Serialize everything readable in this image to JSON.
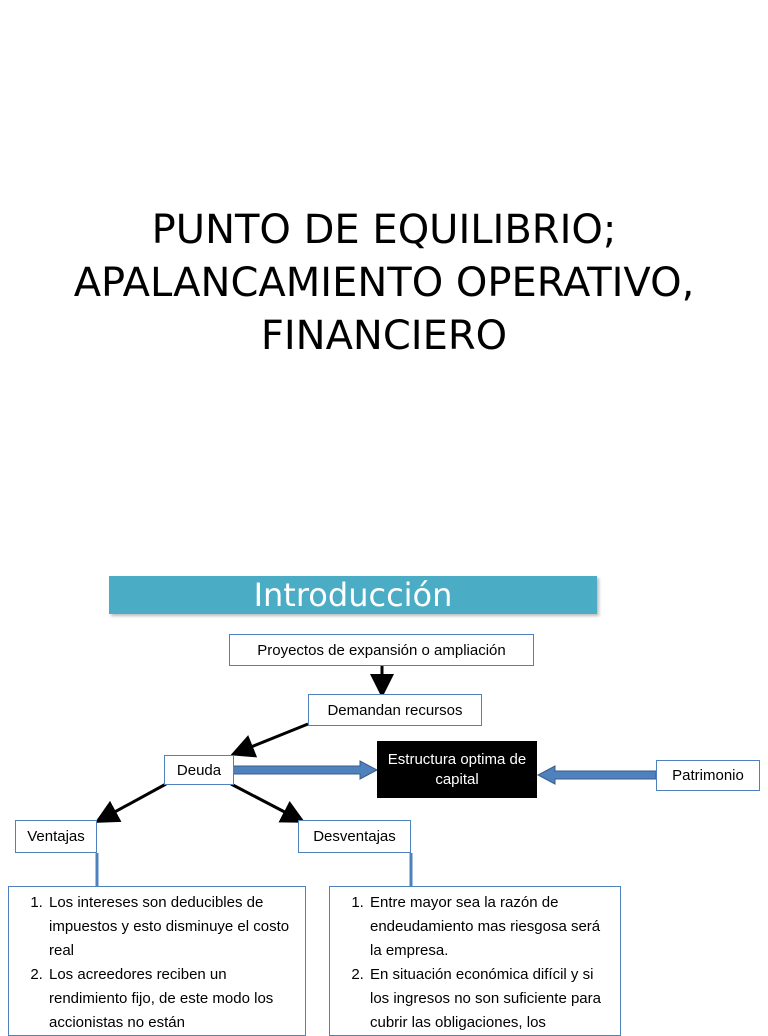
{
  "title": {
    "line1": "PUNTO DE EQUILIBRIO;",
    "line2": "APALANCAMIENTO OPERATIVO,",
    "line3": "FINANCIERO"
  },
  "intro": {
    "heading": "Introducción"
  },
  "diagram": {
    "proyectos": "Proyectos de expansión o ampliación",
    "demandan": "Demandan recursos",
    "deuda": "Deuda",
    "estructura": "Estructura optima de capital",
    "patrimonio": "Patrimonio",
    "ventajas": "Ventajas",
    "desventajas": "Desventajas",
    "ventajas_list": [
      "Los intereses son deducibles de impuestos y esto disminuye el costo real",
      "Los acreedores reciben un rendimiento fijo, de este modo los accionistas no están"
    ],
    "desventajas_list": [
      "Entre mayor sea la razón de endeudamiento mas riesgosa será la empresa.",
      "En situación económica difícil y si los ingresos no son suficiente para cubrir las obligaciones, los"
    ]
  },
  "colors": {
    "banner": "#4bacc6",
    "box_border": "#4f81bd",
    "arrow_blue": "#4f81bd"
  }
}
